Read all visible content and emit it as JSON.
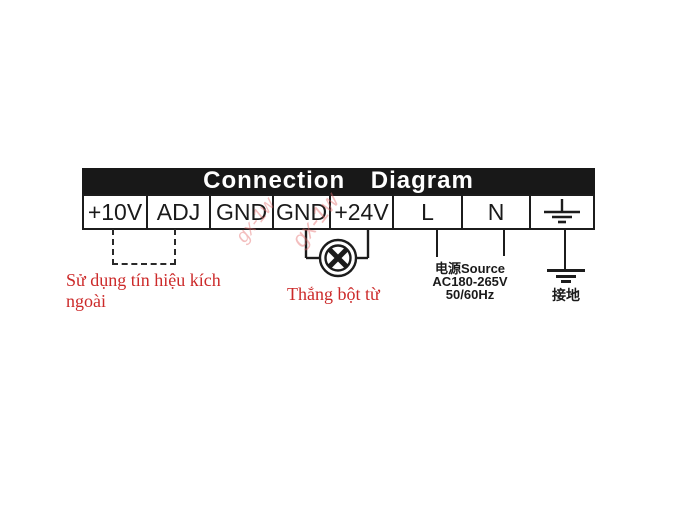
{
  "title": "Connection Diagram",
  "terminals": [
    "+10V",
    "ADJ",
    "GND",
    "GND",
    "+24V",
    "L",
    "N"
  ],
  "terminal_icons": {
    "last_cell": "earth-ground-icon"
  },
  "annotations": {
    "external_trigger_line1": "Sử dụng tín hiệu kích",
    "external_trigger_line2": "ngoài",
    "brake": "Thắng bột từ",
    "power_lines": [
      "电源Source",
      "AC180-265V",
      "50/60Hz"
    ],
    "earth": "接地"
  },
  "watermark": {
    "text": "gx-1w"
  },
  "colors": {
    "line": "#1c1c1c",
    "header_bg": "#181818",
    "header_text": "#ffffff",
    "annotation_red": "#cc2a2a"
  }
}
